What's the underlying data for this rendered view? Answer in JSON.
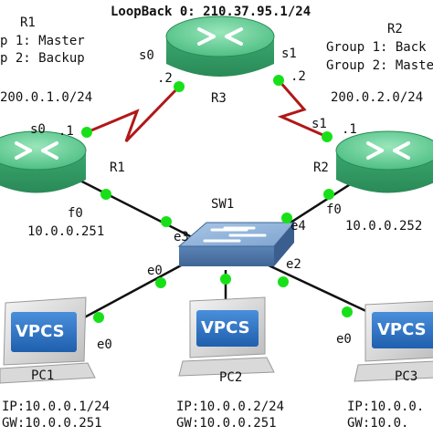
{
  "top_label": "LoopBack 0: 210.37.95.1/24",
  "routers": {
    "r1": {
      "name": "R1",
      "name_top": "R1",
      "group1": "p 1: Master",
      "group2": "p 2: Backup",
      "s0_port": "s0",
      "s0_ip": ".1",
      "f0_port": "f0",
      "f0_ip": "10.0.0.251"
    },
    "r2": {
      "name": "R2",
      "name_top": "R2",
      "group1": "Group 1: Back",
      "group2": "Group 2: Maste",
      "s1_port": "s1",
      "s1_ip": ".1",
      "f0_port": "f0",
      "f0_ip": "10.0.0.252"
    },
    "r3": {
      "name": "R3",
      "s0_port": "s0",
      "s0_ip": ".2",
      "s1_port": "s1",
      "s1_ip": ".2"
    }
  },
  "links": {
    "net_left": "200.0.1.0/24",
    "net_right": "200.0.2.0/24"
  },
  "switch": {
    "name": "SW1",
    "e0": "e0",
    "e2": "e2",
    "e3": "e3",
    "e4": "e4"
  },
  "pcs": [
    {
      "name": "PC1",
      "screen": "VPCS",
      "port": "e0",
      "ip": "IP:10.0.0.1/24",
      "gw": "GW:10.0.0.251"
    },
    {
      "name": "PC2",
      "screen": "VPCS",
      "port": "",
      "ip": "IP:10.0.0.2/24",
      "gw": "GW:10.0.0.251"
    },
    {
      "name": "PC3",
      "screen": "VPCS",
      "port": "e0",
      "ip": "IP:10.0.0.",
      "gw": "GW:10.0."
    }
  ],
  "colors": {
    "router_body": "#3fb37a",
    "router_top": "#6fd39a",
    "serial_link": "#b01818",
    "port_dot": "#18e018",
    "switch_body": "#6f97c4",
    "pc_screen": "#2f78c8"
  }
}
